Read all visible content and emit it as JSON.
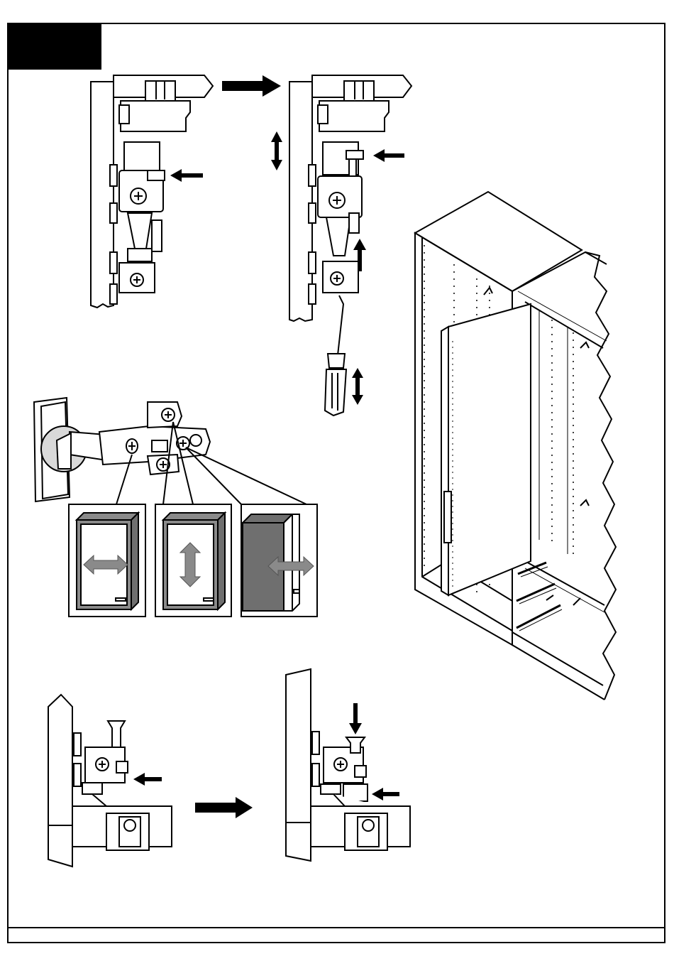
{
  "document": {
    "type": "assembly-instruction-page",
    "text": []
  },
  "illustrations": {
    "hinge_top_before": "hinge-mount-before",
    "hinge_top_after": "hinge-mount-after",
    "hinge_adjust": "cup-hinge-adjustment",
    "wardrobe": "wardrobe-cabinet",
    "hinge_bottom_before": "bottom-hinge-before",
    "hinge_bottom_after": "bottom-hinge-after"
  },
  "colors": {
    "line": "#000000",
    "fill": "#ffffff",
    "grey_dark": "#6f6f6f",
    "grey_mid": "#8a8a8a",
    "grey_light": "#d9d9d9"
  },
  "icons": [
    "arrow-right-icon",
    "arrow-left-icon",
    "arrow-up-icon",
    "arrow-down-icon",
    "double-arrow-vertical-icon",
    "screwdriver-icon"
  ]
}
